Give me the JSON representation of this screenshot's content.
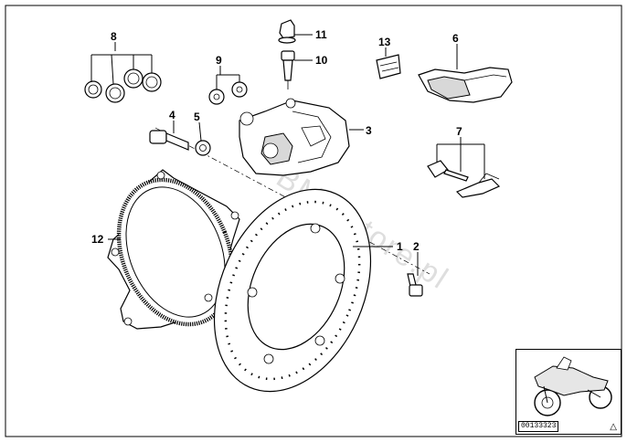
{
  "callouts": [
    "1",
    "2",
    "3",
    "4",
    "5",
    "6",
    "7",
    "8",
    "9",
    "10",
    "11",
    "12",
    "13"
  ],
  "watermark": "BMWstore.pl",
  "thumbnail": {
    "diagram_id": "00133323",
    "icon": "warning-triangle-icon",
    "glyph": "△"
  },
  "colors": {
    "line": "#000000",
    "background": "#ffffff",
    "shade": "#d8d8d8"
  }
}
